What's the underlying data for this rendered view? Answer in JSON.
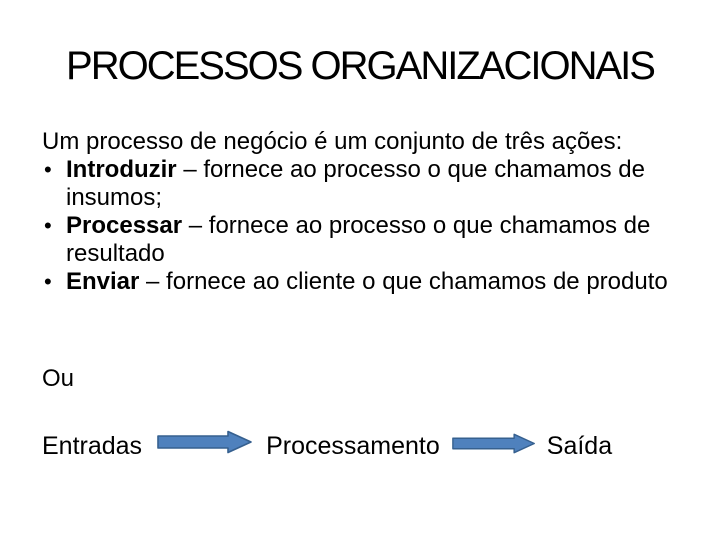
{
  "slide": {
    "title": "PROCESSOS ORGANIZACIONAIS",
    "body": {
      "intro": "Um processo de negócio é um conjunto de três ações:",
      "bullet_char": "•",
      "bullets": [
        {
          "term": "Introduzir",
          "rest": " – fornece ao processo o que chamamos de insumos;"
        },
        {
          "term": "Processar",
          "rest": " – fornece ao processo o que chamamos de resultado"
        },
        {
          "term": "Enviar",
          "rest": " – fornece ao cliente o que chamamos de produto"
        }
      ]
    },
    "connector": "Ou",
    "flow": {
      "steps": [
        "Entradas",
        "Processamento",
        "Saída"
      ],
      "arrow_fill": "#4f81bd",
      "arrow_stroke": "#36608f"
    },
    "colors": {
      "background": "#ffffff",
      "text": "#000000"
    }
  }
}
